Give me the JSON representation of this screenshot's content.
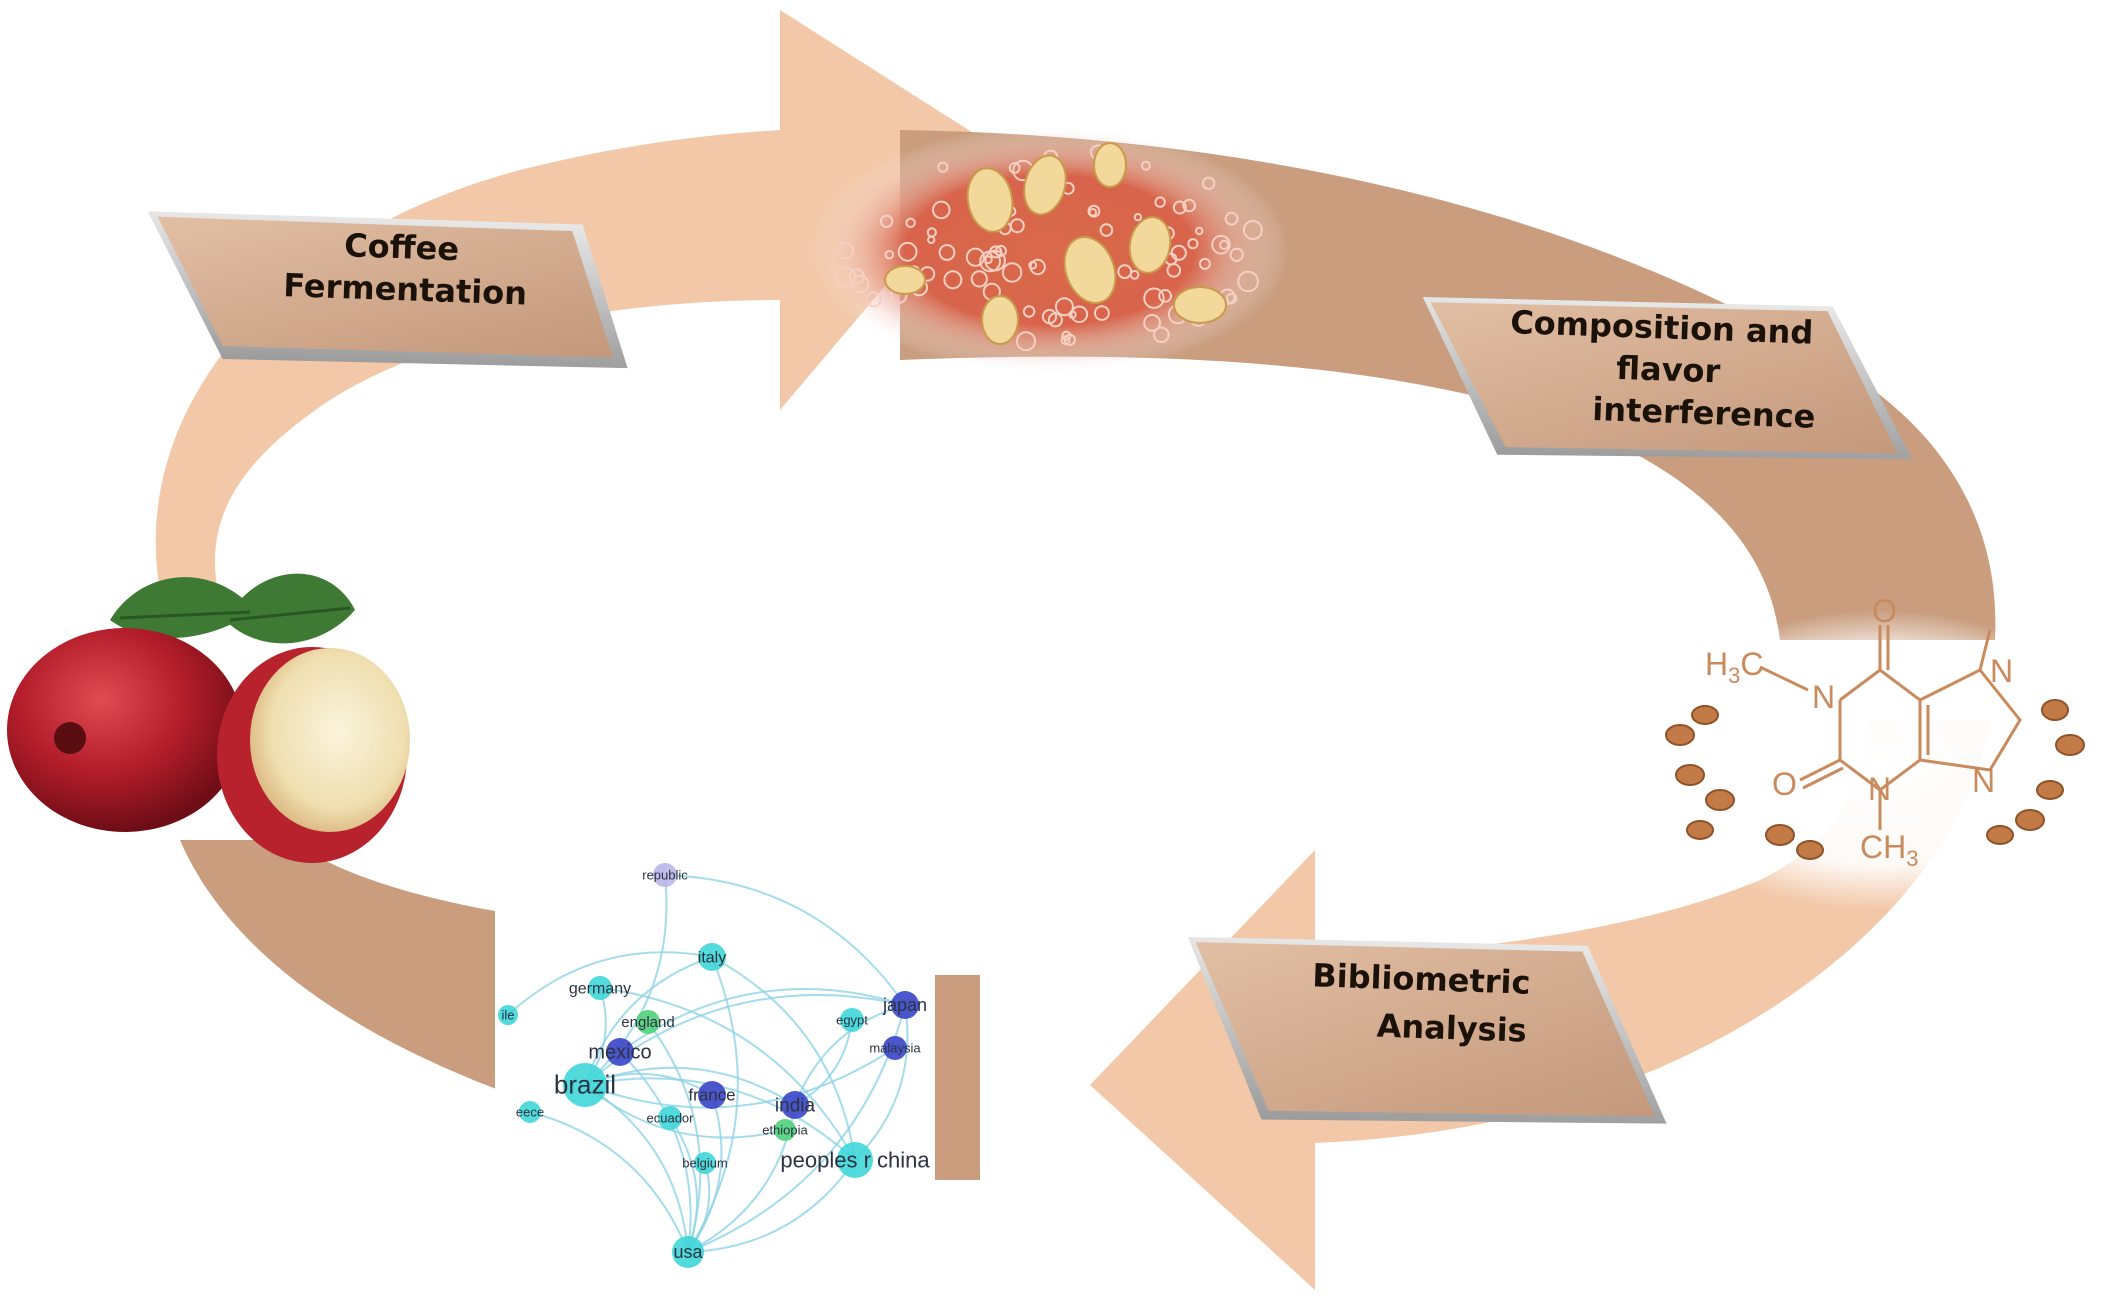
{
  "labels": {
    "fermentation": [
      "Coffee",
      "Fermentation"
    ],
    "composition": [
      "Composition and",
      "flavor",
      "interference"
    ],
    "bibliometric": [
      "Bibliometric",
      "Analysis"
    ]
  },
  "molecule": {
    "h3c_left": "H3C",
    "n1": "N",
    "n3": "N",
    "n7": "N",
    "n9": "N",
    "o_top": "O",
    "o_left": "O",
    "ch3_bottom": "CH3"
  },
  "network_nodes": [
    {
      "name": "republic",
      "size": 8
    },
    {
      "name": "italy",
      "size": 12
    },
    {
      "name": "germany",
      "size": 10
    },
    {
      "name": "england",
      "size": 10
    },
    {
      "name": "japan",
      "size": 14
    },
    {
      "name": "egypt",
      "size": 10
    },
    {
      "name": "malaysia",
      "size": 9
    },
    {
      "name": "mexico",
      "size": 14
    },
    {
      "name": "brazil",
      "size": 19
    },
    {
      "name": "france",
      "size": 12
    },
    {
      "name": "india",
      "size": 14
    },
    {
      "name": "ecuador",
      "size": 10
    },
    {
      "name": "ethiopia",
      "size": 9
    },
    {
      "name": "belgium",
      "size": 9
    },
    {
      "name": "peoples r china",
      "size": 17
    },
    {
      "name": "usa",
      "size": 13
    },
    {
      "name": "greece",
      "size": 9
    },
    {
      "name": "chile",
      "size": 9
    }
  ],
  "colors": {
    "arrow_light": "#f2c8a8",
    "arrow_dark": "#c99d7e",
    "plaque": "#cfa58a",
    "coffee_red": "#b8222c",
    "leaf": "#3f7a34",
    "molecule": "#c98a5c",
    "node_cyan": "#3fd6d8",
    "node_blue": "#3a45c8"
  }
}
